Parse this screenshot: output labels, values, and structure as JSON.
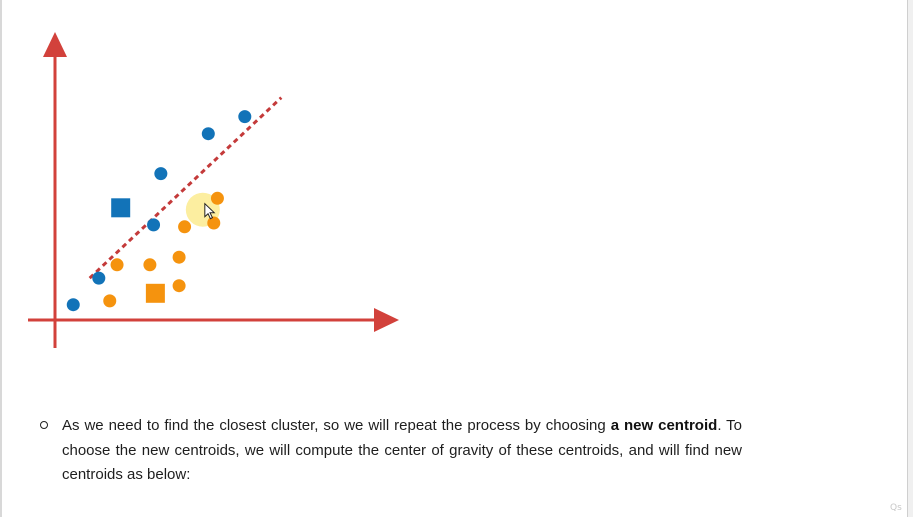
{
  "diagram": {
    "colors": {
      "axis": "#d2413b",
      "cluster_a": "#1273b8",
      "cluster_b": "#f5930e",
      "boundary": "#c43a3a",
      "cursor_highlight": "#fbe880"
    },
    "cluster_a_points": [
      [
        0.5,
        0.35
      ],
      [
        1.2,
        1.05
      ],
      [
        2.7,
        2.45
      ],
      [
        2.9,
        3.8
      ],
      [
        4.2,
        4.85
      ],
      [
        5.2,
        5.3
      ]
    ],
    "cluster_b_points": [
      [
        1.5,
        0.45
      ],
      [
        1.7,
        1.4
      ],
      [
        2.6,
        1.4
      ],
      [
        3.4,
        1.6
      ],
      [
        3.4,
        0.85
      ],
      [
        3.55,
        2.4
      ],
      [
        4.35,
        2.5
      ],
      [
        4.45,
        3.15
      ]
    ],
    "centroid_a": [
      1.8,
      2.9
    ],
    "centroid_b": [
      2.75,
      0.65
    ],
    "boundary_line": [
      [
        0.95,
        1.05
      ],
      [
        6.2,
        5.8
      ]
    ],
    "cursor_position": [
      4.05,
      2.85
    ]
  },
  "bullet": {
    "text_before": "As we need to find the closest cluster, so we will repeat the process by choosing ",
    "bold": "a new centroid",
    "text_after": ". To choose the new centroids, we will compute the center of gravity of these centroids, and will find new centroids as below:"
  }
}
